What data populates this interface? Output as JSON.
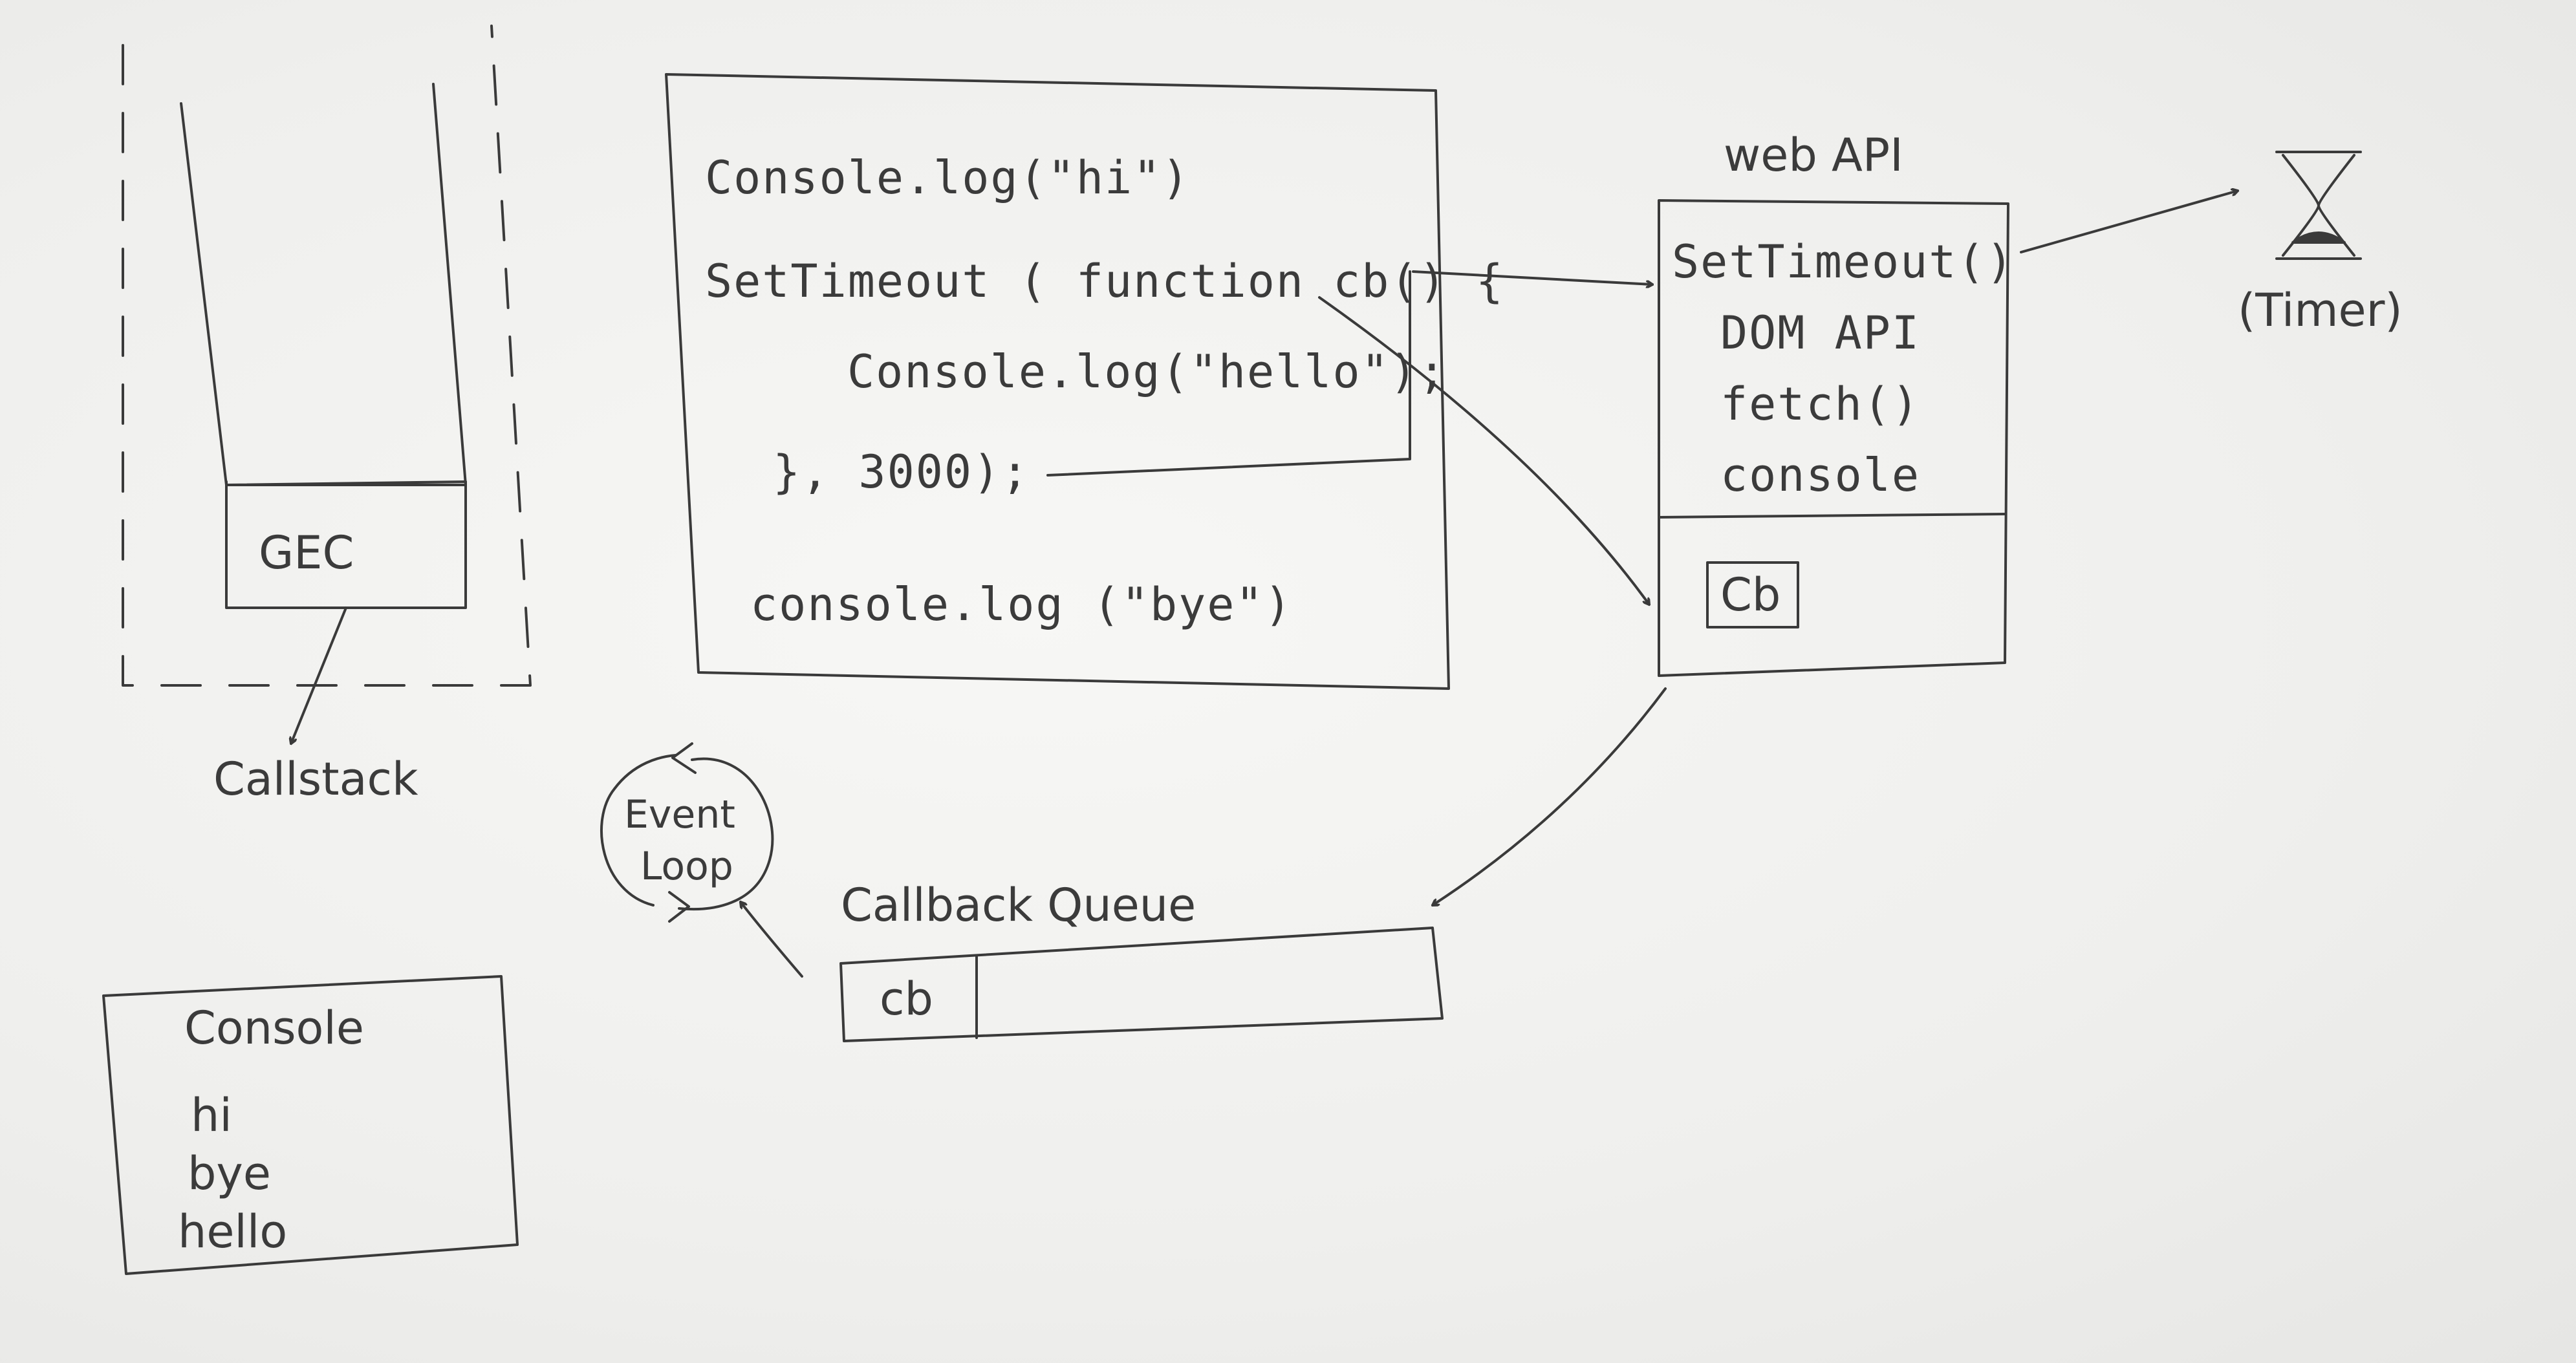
{
  "callstack": {
    "frame": "GEC",
    "label": "Callstack"
  },
  "code": {
    "line1": "Console.log(\"hi\")",
    "line2": "SetTimeout ( function cb() {",
    "line3": "Console.log(\"hello\");",
    "line4": "}, 3000);",
    "line5": "console.log (\"bye\")"
  },
  "webapi": {
    "title": "web API",
    "items": [
      "SetTimeout()",
      "DOM API",
      "fetch()",
      "console"
    ],
    "callback": "Cb"
  },
  "timer": {
    "label": "(Timer)"
  },
  "event_loop": {
    "line1": "Event",
    "line2": "Loop"
  },
  "callback_queue": {
    "label": "Callback Queue",
    "item": "cb"
  },
  "console_box": {
    "title": "Console",
    "lines": [
      "hi",
      "bye",
      "hello"
    ]
  },
  "colors": {
    "ink": "#3a3a3a",
    "paper": "#f2f2f0"
  }
}
